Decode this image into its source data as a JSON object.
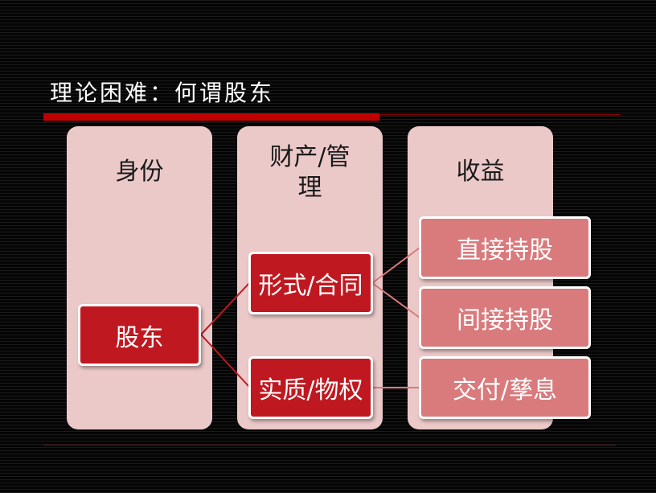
{
  "title": "理论困难：何谓股东",
  "columns": {
    "identity": "身份",
    "property_line1": "财产/管",
    "property_line2": "理",
    "income": "收益"
  },
  "nodes": {
    "shareholder": "股东",
    "form_contract": "形式/合同",
    "substance_property": "实质/物权",
    "direct_holding": "直接持股",
    "indirect_holding": "间接持股",
    "delivery_interest": "交付/孳息"
  },
  "colors": {
    "accent_red": "#c00000",
    "column_bg": "#ecc9c9",
    "dark_node": "#c01820",
    "light_node": "#d97a7c"
  }
}
